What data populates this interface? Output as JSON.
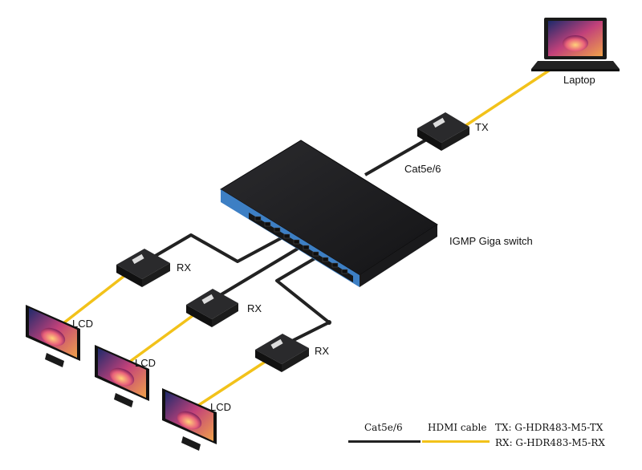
{
  "labels": {
    "laptop": "Laptop",
    "tx": "TX",
    "cat_cable": "Cat5e/6",
    "switch": "IGMP Giga switch",
    "rx1": "RX",
    "rx2": "RX",
    "rx3": "RX",
    "lcd1": "LCD",
    "lcd2": "LCD",
    "lcd3": "LCD"
  },
  "legend": {
    "cat_label": "Cat5e/6",
    "hdmi_label": "HDMI cable",
    "tx_model": "TX: G-HDR483-M5-TX",
    "rx_model": "RX: G-HDR483-M5-RX"
  },
  "colors": {
    "cat_cable": "#222222",
    "hdmi_cable": "#f2c21a",
    "switch_body": "#1c1c1e",
    "switch_front": "#3d7fc4"
  }
}
